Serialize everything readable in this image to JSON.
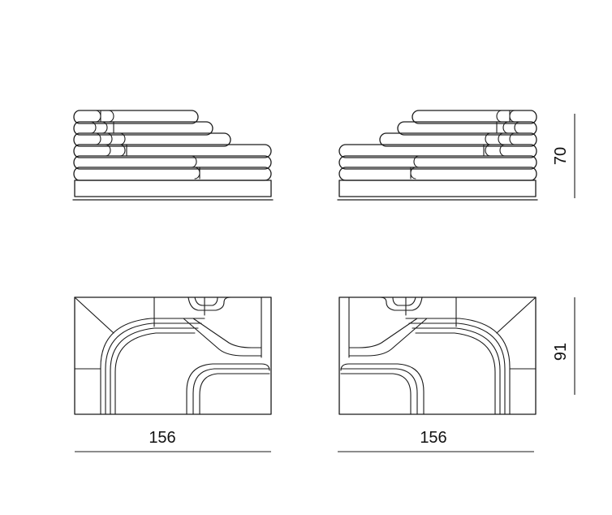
{
  "dimensions": {
    "width_left": "156",
    "width_right": "156",
    "height_elevation": "70",
    "depth_plan": "91"
  },
  "colors": {
    "line": "#1a1a1a",
    "background": "#ffffff"
  }
}
